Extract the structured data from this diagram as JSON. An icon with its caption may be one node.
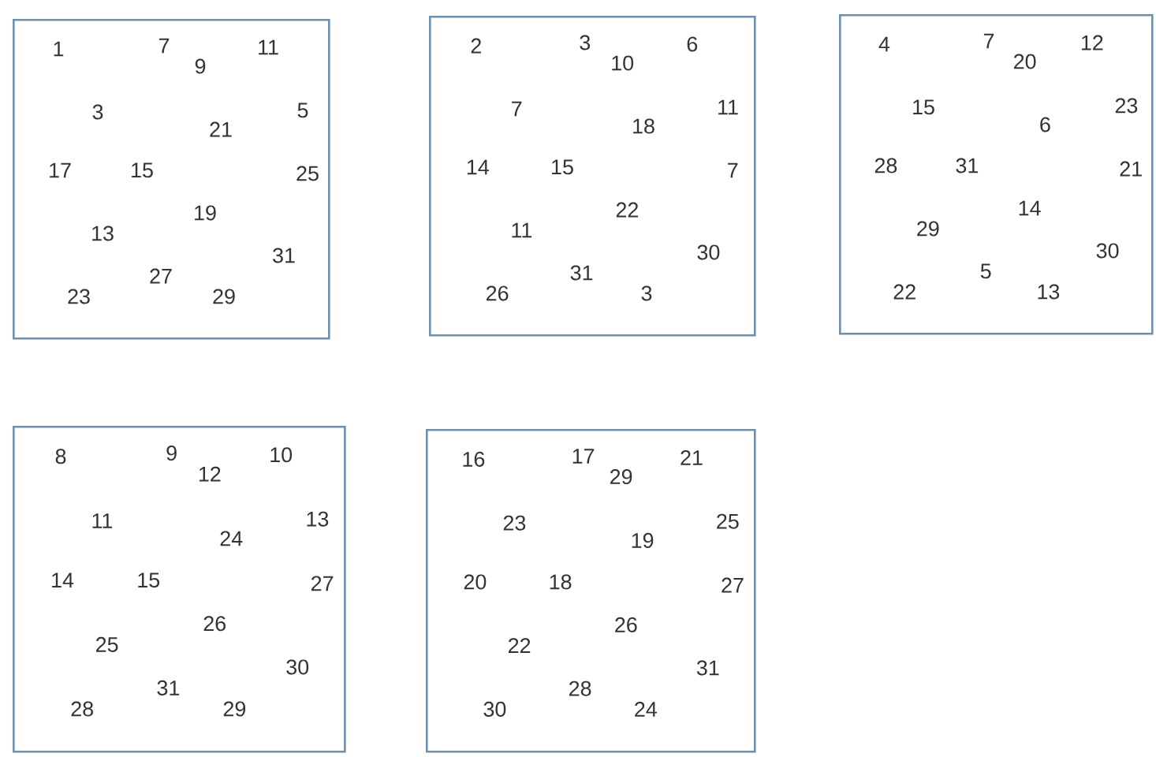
{
  "diagram": {
    "nodes": [
      {
        "text": [
          "1",
          "7",
          "9",
          "11",
          "3",
          "21",
          "5",
          "17",
          "15",
          "25",
          "19",
          "13",
          "31",
          "27",
          "23",
          "29"
        ]
      },
      {
        "text": [
          "2",
          "3",
          "10",
          "6",
          "7",
          "18",
          "11",
          "14",
          "15",
          "7",
          "22",
          "11",
          "30",
          "31",
          "26",
          "3"
        ]
      },
      {
        "text": [
          "4",
          "7",
          "20",
          "12",
          "15",
          "6",
          "23",
          "28",
          "31",
          "21",
          "14",
          "29",
          "30",
          "5",
          "22",
          "13"
        ]
      },
      {
        "text": [
          "8",
          "9",
          "12",
          "10",
          "11",
          "24",
          "13",
          "14",
          "15",
          "27",
          "26",
          "25",
          "30",
          "31",
          "28",
          "29"
        ]
      },
      {
        "text": [
          "16",
          "17",
          "29",
          "21",
          "23",
          "19",
          "25",
          "20",
          "18",
          "27",
          "26",
          "22",
          "31",
          "28",
          "30",
          "24"
        ]
      }
    ]
  }
}
